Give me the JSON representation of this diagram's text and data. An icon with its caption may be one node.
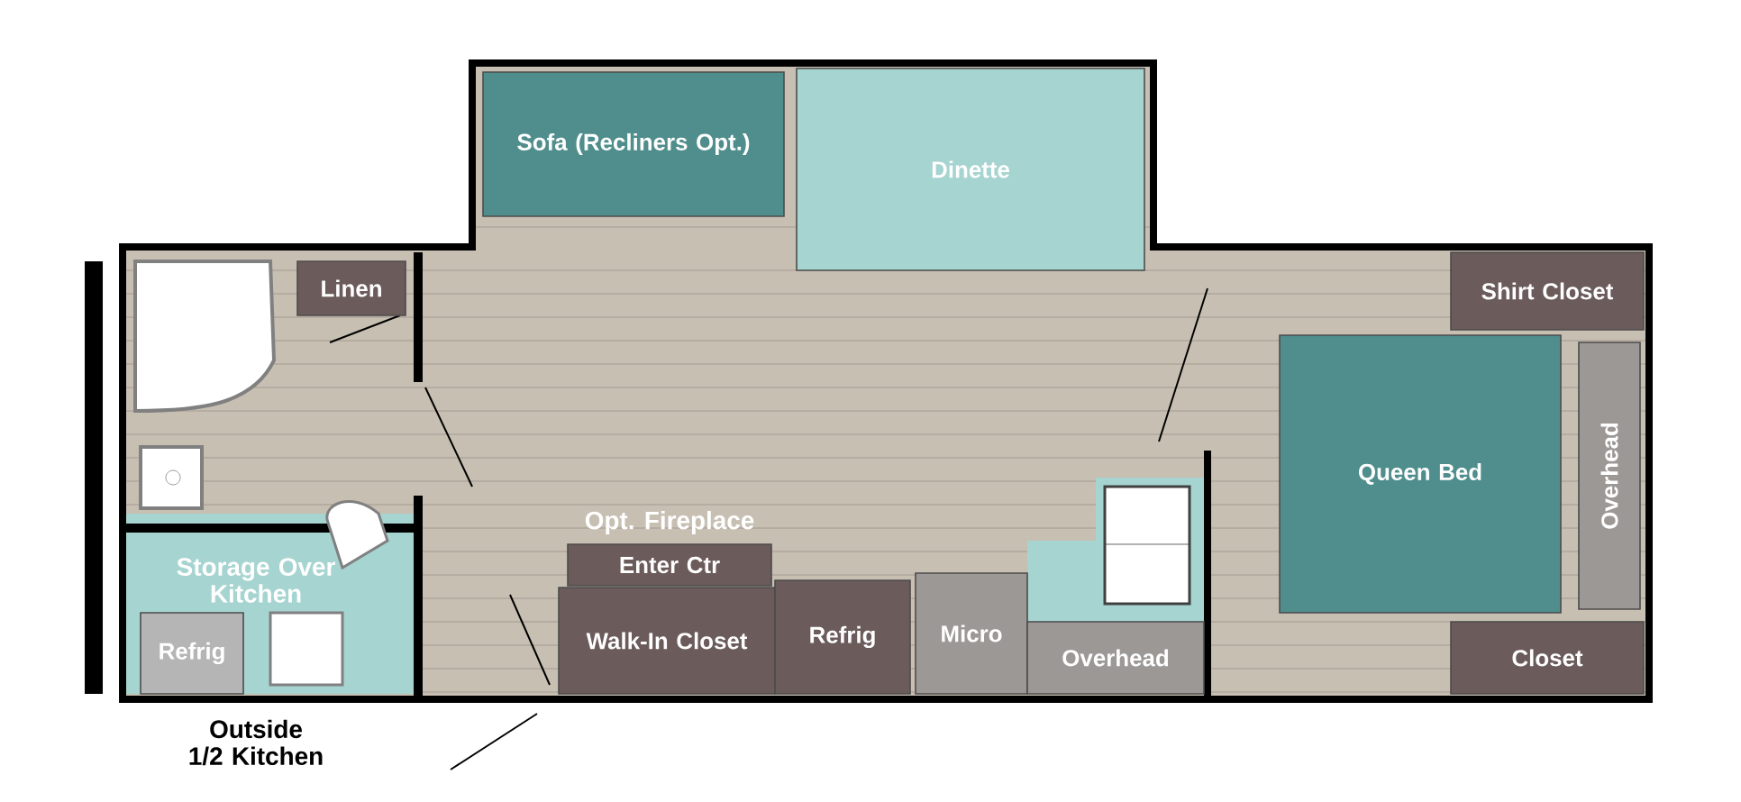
{
  "diagram": {
    "nodes": [
      {
        "text": [
          "Sofa (Recliners Opt.)"
        ]
      },
      {
        "text": [
          "Dinette"
        ]
      },
      {
        "text": [
          "Linen"
        ]
      },
      {
        "text": [
          "Shirt Closet"
        ]
      },
      {
        "text": [
          "Queen Bed"
        ]
      },
      {
        "text": [
          "Overhead"
        ]
      },
      {
        "text": [
          "Refrig"
        ]
      },
      {
        "text": [
          "Opt. Fireplace",
          "Enter Ctr"
        ]
      },
      {
        "text": [
          "Walk-In Closet"
        ]
      },
      {
        "text": [
          "Refrig"
        ]
      },
      {
        "text": [
          "Micro"
        ]
      },
      {
        "text": [
          "Overhead"
        ]
      },
      {
        "text": [
          "Closet"
        ]
      }
    ],
    "labels": [
      "Storage Over Kitchen",
      "Outside 1/2 Kitchen"
    ]
  }
}
